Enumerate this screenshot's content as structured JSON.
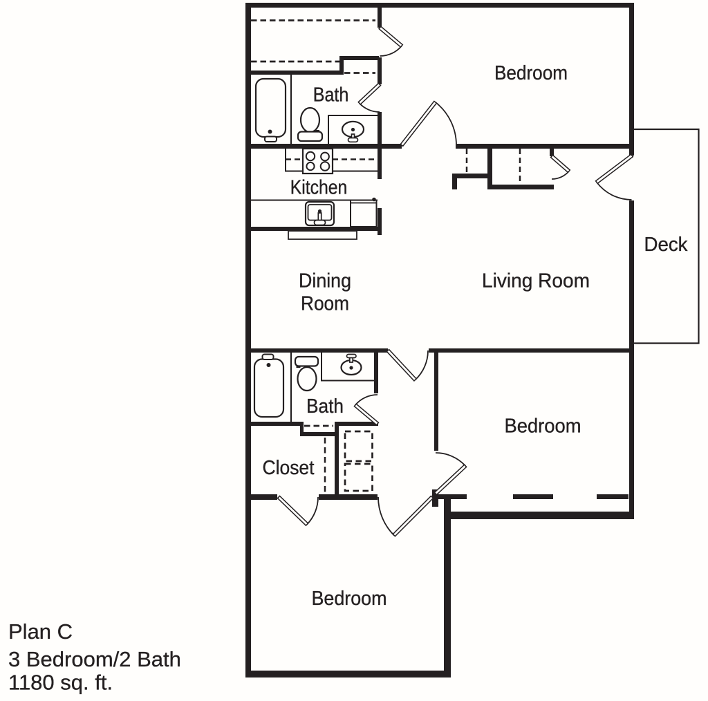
{
  "plan": {
    "title": "Plan C",
    "configuration": "3 Bedroom/2 Bath",
    "area": "1180 sq. ft."
  },
  "rooms": {
    "bedroom_top": "Bedroom",
    "bath_top": "Bath",
    "kitchen": "Kitchen",
    "dining_line1": "Dining",
    "dining_line2": "Room",
    "living": "Living Room",
    "deck": "Deck",
    "bath_lower": "Bath",
    "closet_lower": "Closet",
    "bedroom_middle": "Bedroom",
    "bedroom_bottom": "Bedroom"
  },
  "fixtures": [
    "bathtub-upper",
    "toilet-upper",
    "sink-upper",
    "stove",
    "kitchen-sink",
    "dishwasher",
    "breakfast-bar",
    "bathtub-lower",
    "toilet-lower",
    "sink-lower",
    "linen-shelves",
    "closet-shelving",
    "wire-shelves"
  ],
  "colors": {
    "ink": "#242021",
    "background": "#fffefc"
  }
}
